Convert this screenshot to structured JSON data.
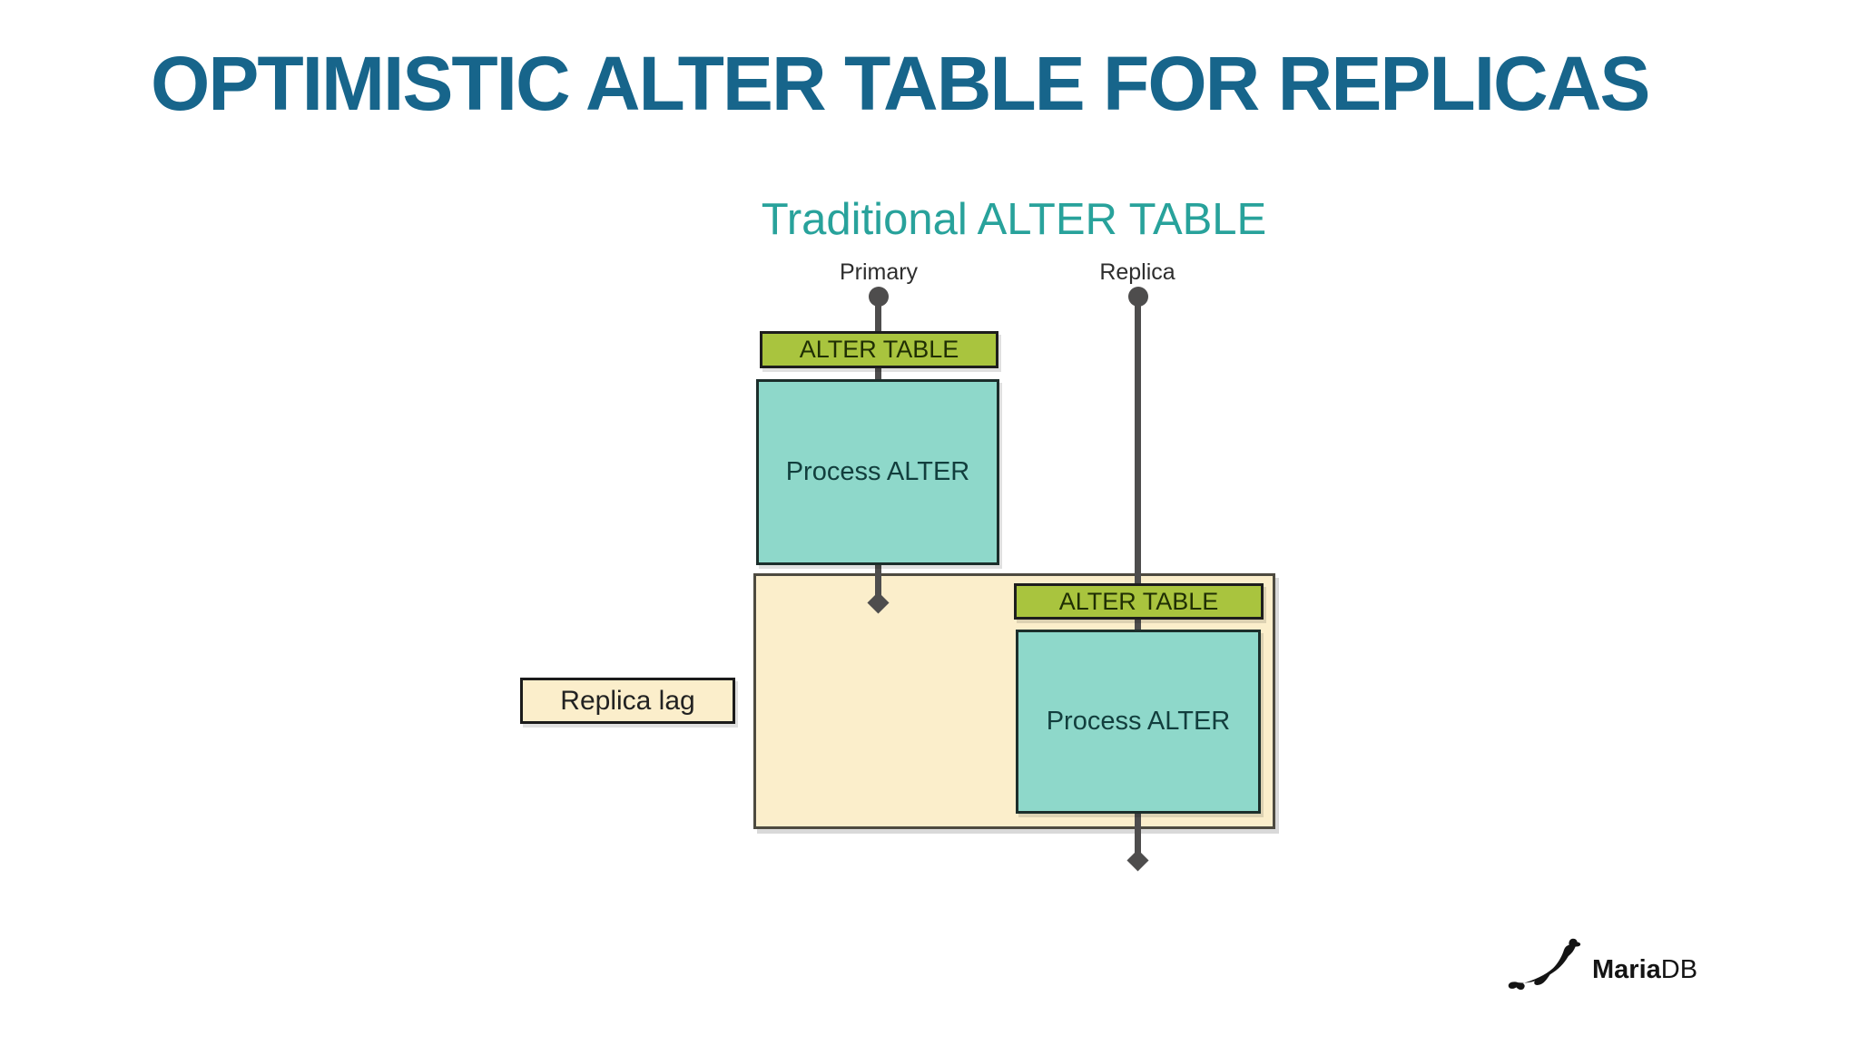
{
  "slide": {
    "title": "OPTIMISTIC ALTER TABLE FOR REPLICAS"
  },
  "diagram": {
    "heading": "Traditional ALTER TABLE",
    "primary_label": "Primary",
    "replica_label": "Replica",
    "primary_alter_box": "ALTER TABLE",
    "primary_process_box": "Process ALTER",
    "replica_alter_box": "ALTER TABLE",
    "replica_process_box": "Process ALTER",
    "replica_lag_box": "Replica lag"
  },
  "branding": {
    "logo_bold": "Maria",
    "logo_regular": "DB",
    "seal_icon": "mariadb-seal-icon"
  },
  "colors": {
    "title_blue": "#17658b",
    "heading_teal": "#28a29b",
    "box_green": "#a9c43e",
    "box_teal": "#8ed8ca",
    "box_cream": "#fbeecb",
    "line_gray": "#4e4d4d",
    "border_dark": "#1d1d1d"
  }
}
